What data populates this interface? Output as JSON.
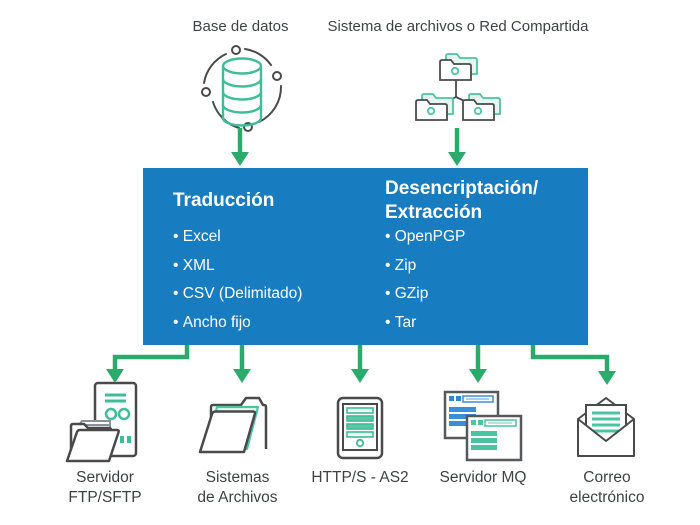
{
  "colors": {
    "process_box_blue": "#187cc0",
    "arrow_green": "#2aab6c",
    "icon_teal": "#4cc4a2",
    "icon_teal_stroke": "#3ebd97",
    "icon_blue_accent": "#3a8ed8",
    "outline_gray": "#4a4a4a",
    "label_text": "#3f4245",
    "box_text": "#ffffff"
  },
  "sources": [
    {
      "label": "Base de datos",
      "icon": "database-sync-icon"
    },
    {
      "label": "Sistema de archivos o Red Compartida",
      "icon": "folders-network-icon"
    }
  ],
  "process_box": {
    "columns": [
      {
        "title_lines": [
          "Traducción"
        ],
        "items": [
          "Excel",
          "XML",
          "CSV (Delimitado)",
          "Ancho fijo"
        ]
      },
      {
        "title_lines": [
          "Desencriptación/",
          "Extracción"
        ],
        "items": [
          "OpenPGP",
          "Zip",
          "GZip",
          "Tar"
        ]
      }
    ]
  },
  "destinations": [
    {
      "label": "Servidor FTP/SFTP",
      "lines": [
        "Servidor",
        "FTP/SFTP"
      ],
      "icon": "server-folder-icon"
    },
    {
      "label": "Sistemas de Archivos",
      "lines": [
        "Sistemas",
        "de Archivos"
      ],
      "icon": "open-folder-icon"
    },
    {
      "label": "HTTP/S - AS2",
      "lines": [
        "HTTP/S - AS2"
      ],
      "icon": "mobile-device-icon"
    },
    {
      "label": "Servidor MQ",
      "lines": [
        "Servidor MQ"
      ],
      "icon": "app-windows-icon"
    },
    {
      "label": "Correo electrónico",
      "lines": [
        "Correo",
        "electrónico"
      ],
      "icon": "open-email-icon"
    }
  ]
}
